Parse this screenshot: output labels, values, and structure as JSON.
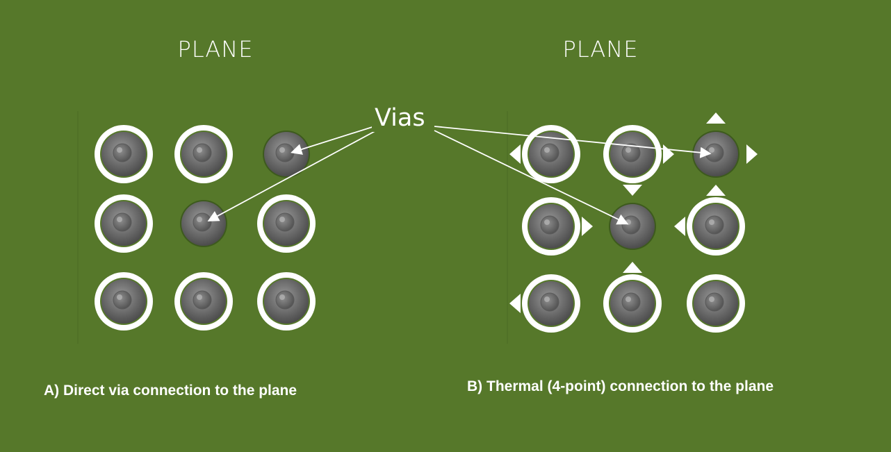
{
  "panels": [
    {
      "id": "a",
      "plane_label": "PLANE",
      "caption": "A) Direct via connection to the plane",
      "connection": "direct",
      "vias": [
        {
          "row": 1,
          "col": 1,
          "ring": true
        },
        {
          "row": 1,
          "col": 2,
          "ring": true
        },
        {
          "row": 1,
          "col": 3,
          "ring": false
        },
        {
          "row": 2,
          "col": 1,
          "ring": true
        },
        {
          "row": 2,
          "col": 2,
          "ring": false
        },
        {
          "row": 2,
          "col": 3,
          "ring": true
        },
        {
          "row": 3,
          "col": 1,
          "ring": true
        },
        {
          "row": 3,
          "col": 2,
          "ring": true
        },
        {
          "row": 3,
          "col": 3,
          "ring": true
        }
      ]
    },
    {
      "id": "b",
      "plane_label": "PLANE",
      "caption": "B) Thermal (4-point) connection to the plane",
      "connection": "thermal-4-point",
      "vias": [
        {
          "row": 1,
          "col": 1,
          "ring": true,
          "spokes": [
            "left"
          ]
        },
        {
          "row": 1,
          "col": 2,
          "ring": true,
          "spokes": [
            "right",
            "down"
          ]
        },
        {
          "row": 1,
          "col": 3,
          "ring": false,
          "spokes": [
            "up",
            "right"
          ]
        },
        {
          "row": 2,
          "col": 1,
          "ring": true,
          "spokes": [
            "right"
          ]
        },
        {
          "row": 2,
          "col": 2,
          "ring": false,
          "spokes": []
        },
        {
          "row": 2,
          "col": 3,
          "ring": true,
          "spokes": [
            "left",
            "up"
          ]
        },
        {
          "row": 3,
          "col": 1,
          "ring": true,
          "spokes": [
            "left"
          ]
        },
        {
          "row": 3,
          "col": 2,
          "ring": true,
          "spokes": [
            "up"
          ]
        },
        {
          "row": 3,
          "col": 3,
          "ring": true,
          "spokes": []
        }
      ]
    }
  ],
  "callout": {
    "label": "Vias",
    "targets": [
      {
        "panel": "a",
        "row": 1,
        "col": 3
      },
      {
        "panel": "a",
        "row": 2,
        "col": 2
      },
      {
        "panel": "b",
        "row": 1,
        "col": 3
      },
      {
        "panel": "b",
        "row": 2,
        "col": 2
      }
    ]
  },
  "colors": {
    "background": "#56782a",
    "ring": "#ffffff",
    "via": "#6e6e6e",
    "via_edge": "#3d5a1d",
    "text": "#ffffff"
  },
  "icons": {
    "via": "plated-via-circle",
    "spoke": "thermal-spoke-triangle",
    "callout": "arrow-line"
  }
}
